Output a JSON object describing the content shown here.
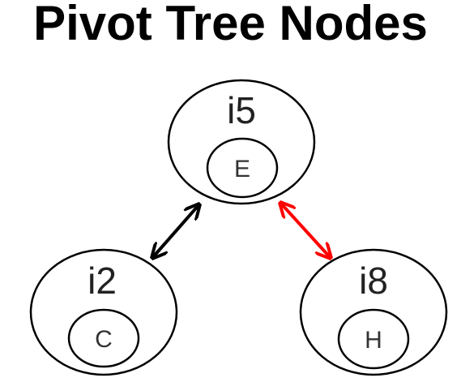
{
  "title": "Pivot Tree Nodes",
  "nodes": {
    "top": {
      "label": "i5",
      "inner": "E"
    },
    "left": {
      "label": "i2",
      "inner": "C"
    },
    "right": {
      "label": "i8",
      "inner": "H"
    }
  },
  "colors": {
    "left_edge": "#000000",
    "right_edge": "#ff0000"
  }
}
